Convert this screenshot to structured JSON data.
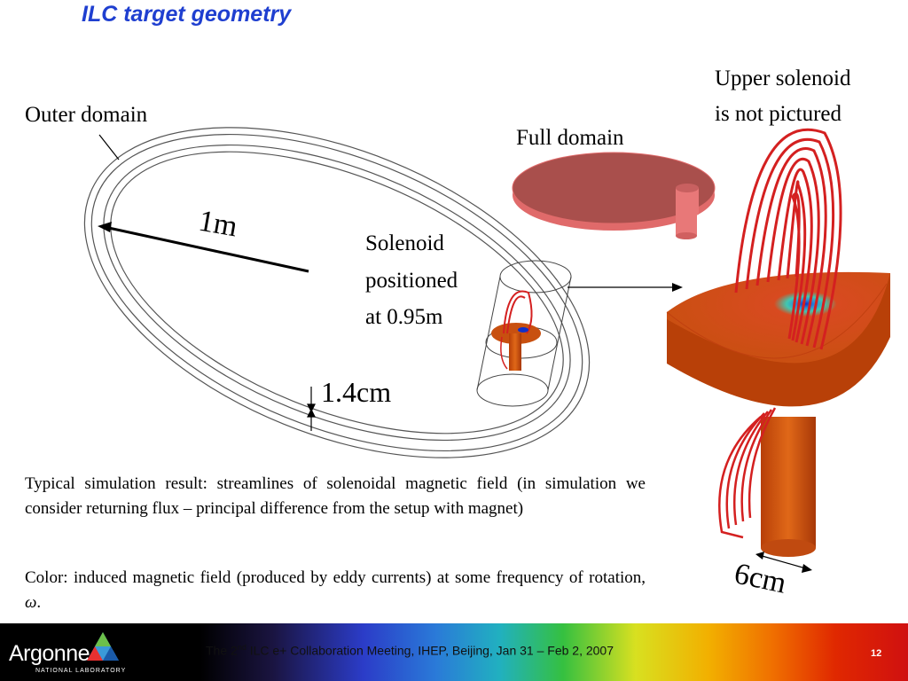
{
  "slide": {
    "title": "ILC target geometry",
    "labels": {
      "outer_domain": "Outer domain",
      "full_domain": "Full domain",
      "upper_solenoid_line1": "Upper solenoid",
      "upper_solenoid_line2": "is not pictured",
      "radius": "1m",
      "solenoid_line1": "Solenoid",
      "solenoid_line2": "positioned",
      "solenoid_line3": "at 0.95m",
      "thickness": "1.4cm",
      "width": "6cm"
    },
    "paragraph1": "Typical simulation result: streamlines of solenoidal magnetic field (in simulation we consider returning flux – principal difference from the setup with magnet)",
    "paragraph2_text": "Color: induced magnetic field (produced by eddy currents) at some frequency of rotation, ",
    "paragraph2_symbol": "ω",
    "paragraph2_end": "."
  },
  "footer": {
    "logo_name": "Argonne",
    "logo_sub": "NATIONAL LABORATORY",
    "text_prefix": "The 2",
    "text_sup": "nd",
    "text_suffix": " ILC e+ Collaboration Meeting, IHEP, Beijing, Jan 31 – Feb 2, 2007",
    "page_number": "12"
  },
  "colors": {
    "title": "#1f3fd0",
    "disk_fill": "#a94f4c",
    "disk_edge": "#e06a6a",
    "field_red": "#d42020",
    "field_orange": "#d85a10",
    "field_blue": "#1030c8"
  },
  "icons": {
    "logo": "argonne-triangle-logo"
  }
}
